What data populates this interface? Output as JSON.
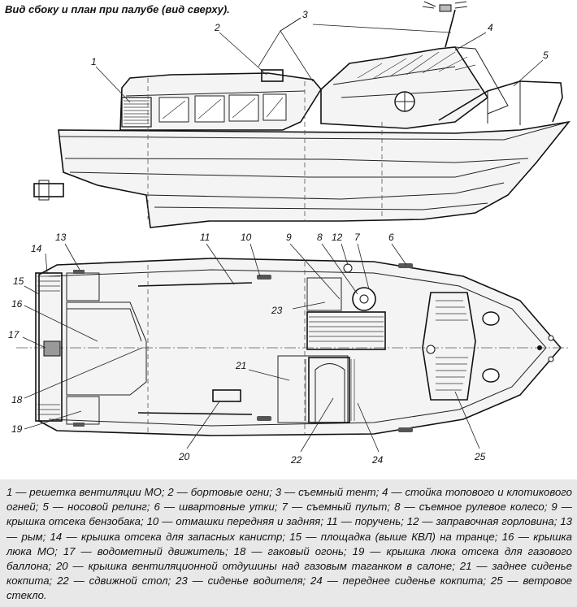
{
  "title": "Вид сбоку и план при палубе (вид сверху).",
  "callouts": {
    "c1": "1",
    "c2": "2",
    "c3": "3",
    "c4": "4",
    "c5": "5",
    "c6": "6",
    "c7": "7",
    "c8": "8",
    "c9": "9",
    "c10": "10",
    "c11": "11",
    "c12": "12",
    "c13": "13",
    "c14": "14",
    "c15": "15",
    "c16": "16",
    "c17": "17",
    "c18": "18",
    "c19": "19",
    "c20": "20",
    "c21": "21",
    "c22": "22",
    "c23": "23",
    "c24": "24",
    "c25": "25"
  },
  "caption": "1 — решетка вентиляции МО; 2 — бортовые огни; 3 — съемный тент; 4 — стойка топового и клотикового огней; 5 — носовой релинг; 6 — швартовные утки; 7 — съемный пульт; 8 — съемное рулевое колесо; 9 — крышка отсека бензобака; 10 — отмашки передняя и задняя; 11 — поручень; 12 — заправочная горловина; 13 — рым; 14 — крышка отсека для запасных канистр; 15 — площадка (выше КВЛ) на транце; 16 — крышка люка МО; 17 — водометный движитель; 18 — гаковый огонь; 19 — крышка люка отсека для газового баллона; 20 — крышка вентиляционной отдушины над газовым таганком в салоне; 21 — заднее сиденье кокпита; 22 — сдвижной стол; 23 — сиденье водителя; 24 — переднее сиденье кокпита; 25 — ветровое стекло."
}
